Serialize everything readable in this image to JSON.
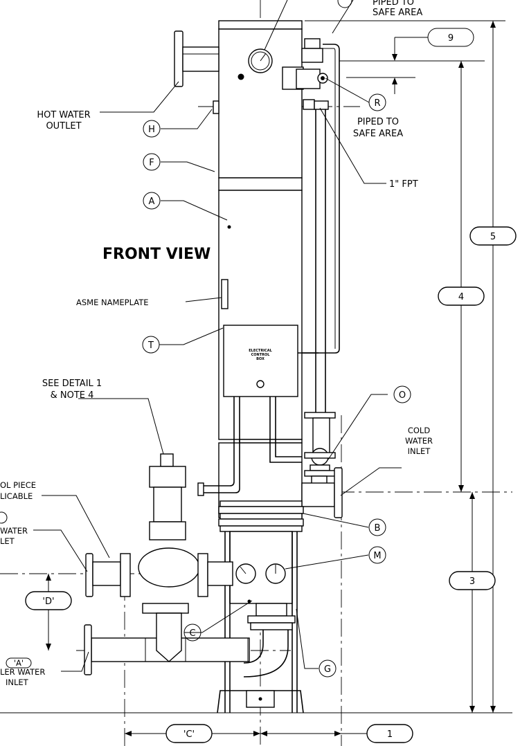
{
  "title": "FRONT VIEW",
  "labels": {
    "piped_safe_top": [
      "PIPED TO",
      "SAFE AREA"
    ],
    "piped_safe_mid": [
      "PIPED TO",
      "SAFE AREA"
    ],
    "hot_water_outlet": [
      "HOT WATER",
      "OUTLET"
    ],
    "fpt": "1\" FPT",
    "asme": "ASME NAMEPLATE",
    "see_detail": [
      "SEE DETAIL 1",
      "& NOTE 4"
    ],
    "cold_water_inlet": [
      "COLD",
      "WATER",
      "INLET"
    ],
    "spool_piece": [
      "OL PIECE",
      "LICABLE"
    ],
    "boiler_water_outlet": [
      "WATER",
      "LET"
    ],
    "boiler_water_inlet": [
      "LER WATER",
      "INLET"
    ],
    "electrical_box": [
      "ELECTRICAL",
      "CONTROL",
      "BOX"
    ]
  },
  "balloons": {
    "H": "H",
    "F": "F",
    "A": "A",
    "T": "T",
    "R": "R",
    "O": "O",
    "B": "B",
    "M": "M",
    "C": "C",
    "G": "G"
  },
  "dimensions": {
    "d9": "9",
    "d5": "5",
    "d4": "4",
    "d3": "3",
    "d1": "1",
    "dD": "'D'",
    "dC": "'C'",
    "dA": "'A'"
  }
}
